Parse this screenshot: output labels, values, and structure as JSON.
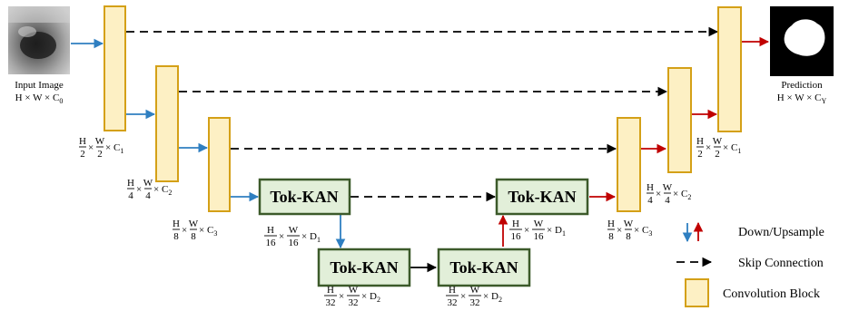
{
  "input": {
    "caption": "Input Image",
    "dims": "H × W × C",
    "dims_sub": "0"
  },
  "output": {
    "caption": "Prediction",
    "dims": "H × W × C",
    "dims_sub": "Y"
  },
  "dim_labels": [
    {
      "num1": "H",
      "den1": "2",
      "num2": "W",
      "den2": "2",
      "ch": "C",
      "sub": "1"
    },
    {
      "num1": "H",
      "den1": "4",
      "num2": "W",
      "den2": "4",
      "ch": "C",
      "sub": "2"
    },
    {
      "num1": "H",
      "den1": "8",
      "num2": "W",
      "den2": "8",
      "ch": "C",
      "sub": "3"
    },
    {
      "num1": "H",
      "den1": "16",
      "num2": "W",
      "den2": "16",
      "ch": "D",
      "sub": "1"
    },
    {
      "num1": "H",
      "den1": "32",
      "num2": "W",
      "den2": "32",
      "ch": "D",
      "sub": "2"
    },
    {
      "num1": "H",
      "den1": "32",
      "num2": "W",
      "den2": "32",
      "ch": "D",
      "sub": "2"
    },
    {
      "num1": "H",
      "den1": "16",
      "num2": "W",
      "den2": "16",
      "ch": "D",
      "sub": "1"
    },
    {
      "num1": "H",
      "den1": "8",
      "num2": "W",
      "den2": "8",
      "ch": "C",
      "sub": "3"
    },
    {
      "num1": "H",
      "den1": "4",
      "num2": "W",
      "den2": "4",
      "ch": "C",
      "sub": "2"
    },
    {
      "num1": "H",
      "den1": "2",
      "num2": "W",
      "den2": "2",
      "ch": "C",
      "sub": "1"
    }
  ],
  "kan_label": "Tok-KAN",
  "legend": {
    "updown": "Down/Upsample",
    "skip": "Skip Connection",
    "conv": "Convolution Block"
  },
  "colors": {
    "conv_fill": "#fdf0c4",
    "conv_border": "#d4a017",
    "kan_fill": "#e2efd9",
    "kan_border": "#3c5a2a",
    "down": "#2f7fc1",
    "up": "#c00000"
  }
}
